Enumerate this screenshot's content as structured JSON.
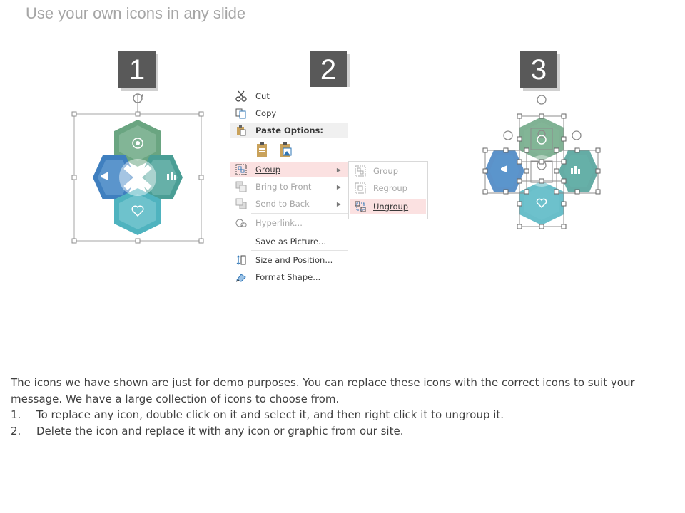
{
  "title": "Use your own icons in any slide",
  "steps": [
    {
      "number": "1"
    },
    {
      "number": "2"
    },
    {
      "number": "3"
    }
  ],
  "colors": {
    "green": "#6aa581",
    "blue": "#3f7fbf",
    "teal": "#4a9e95",
    "cyan": "#4fb3bf",
    "badge": "#595959",
    "highlight": "#fbe1e1"
  },
  "context_menu": {
    "items": [
      {
        "label": "Cut",
        "icon": "scissors-icon"
      },
      {
        "label": "Copy",
        "icon": "copy-icon"
      },
      {
        "label": "Paste Options:",
        "icon": "paste-icon"
      },
      {
        "label": "Group",
        "icon": "group-icon"
      },
      {
        "label": "Bring to Front",
        "icon": "bring-front-icon"
      },
      {
        "label": "Send to Back",
        "icon": "send-back-icon"
      },
      {
        "label": "Hyperlink...",
        "icon": "hyperlink-icon"
      },
      {
        "label": "Save as Picture...",
        "icon": ""
      },
      {
        "label": "Size and Position...",
        "icon": "size-position-icon"
      },
      {
        "label": "Format Shape...",
        "icon": "format-shape-icon"
      }
    ],
    "submenu": [
      {
        "label": "Group",
        "icon": "group-icon"
      },
      {
        "label": "Regroup",
        "icon": "regroup-icon"
      },
      {
        "label": "Ungroup",
        "icon": "ungroup-icon"
      }
    ]
  },
  "description": {
    "intro": "The icons we have shown are just for demo purposes. You can replace these icons with the correct icons to suit your message. We have a large collection of icons to choose from.",
    "steps": [
      {
        "num": "1.",
        "text": "To replace any icon, double click on it and select it, and then right click it to ungroup it."
      },
      {
        "num": "2.",
        "text": "Delete the icon and replace it with any icon or graphic from our site."
      }
    ]
  }
}
